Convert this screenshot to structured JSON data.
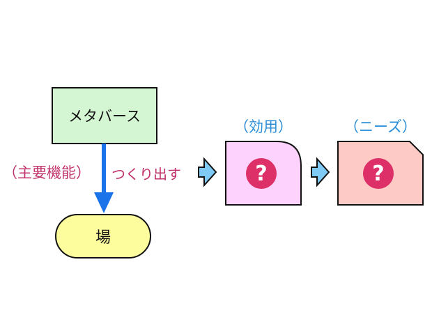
{
  "nodes": {
    "metaverse": {
      "label": "メタバース",
      "fill": "#d5f6d3"
    },
    "ba": {
      "label": "場",
      "fill": "#fdfd9e"
    },
    "utility_box": {
      "fill": "#fdd2fd"
    },
    "needs_box": {
      "fill": "#fecac5"
    }
  },
  "edge_labels": {
    "function": "（主要機能）",
    "make": "つくり出す"
  },
  "headers": {
    "utility": "（効用）",
    "needs": "（ニーズ）"
  },
  "icons": {
    "unknown_1": {
      "name": "question-mark-icon",
      "glyph": "?"
    },
    "unknown_2": {
      "name": "question-mark-icon",
      "glyph": "?"
    }
  },
  "colors": {
    "arrow_blue": "#1a73e8",
    "chevron_fill": "#7fc9f5",
    "label_pink": "#c0306a",
    "header_blue": "#2a8ed6",
    "question_red": "#de3068"
  }
}
